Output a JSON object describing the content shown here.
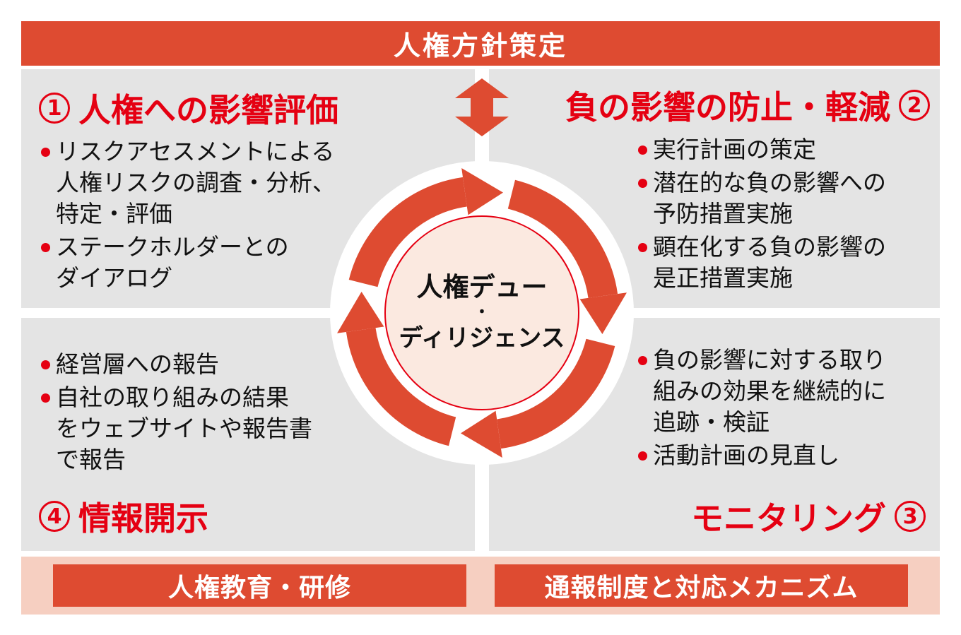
{
  "colors": {
    "banner_orange": "#DE4B31",
    "accent_red": "#E50012",
    "quadrant_gray": "#E4E4E4",
    "band_pink": "#F6CFC1",
    "circle_fill": "#FBE9E0",
    "text_black": "#111111",
    "white": "#FFFFFF"
  },
  "top_banner": {
    "label": "人権方針策定"
  },
  "center_circle": {
    "line1": "人権デュー",
    "dot": "・",
    "line2": "ディリジェンス"
  },
  "quadrants": {
    "impact_assessment": {
      "number": "1",
      "title": "人権への影響評価",
      "bullets": [
        "リスクアセスメントによる\n人権リスクの調査・分析、\n特定・評価",
        "ステークホルダーとの\nダイアログ"
      ]
    },
    "prevention_mitigation": {
      "number": "2",
      "title": "負の影響の防止・軽減",
      "bullets": [
        "実行計画の策定",
        "潜在的な負の影響への\n予防措置実施",
        "顕在化する負の影響の\n是正措置実施"
      ]
    },
    "monitoring": {
      "number": "3",
      "title": "モニタリング",
      "bullets": [
        "負の影響に対する取り\n組みの効果を継続的に\n追跡・検証",
        "活動計画の見直し"
      ]
    },
    "information_disclosure": {
      "number": "4",
      "title": "情報開示",
      "bullets": [
        "経営層への報告",
        "自社の取り組みの結果\nをウェブサイトや報告書\nで報告"
      ]
    }
  },
  "bottom_banners": {
    "left": "人権教育・研修",
    "right": "通報制度と対応メカニズム"
  }
}
